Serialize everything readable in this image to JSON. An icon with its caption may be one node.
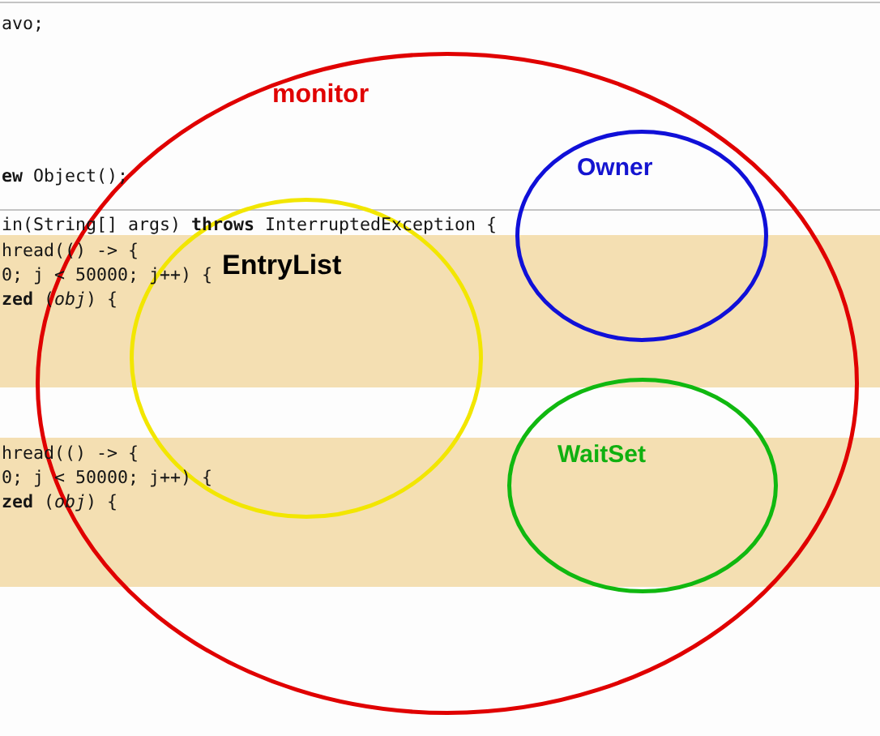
{
  "diagram": {
    "nodes": [
      {
        "text": [
          "monitor"
        ]
      },
      {
        "text": [
          "Owner"
        ],
        "in": 0
      },
      {
        "text": [
          "EntryList"
        ],
        "in": 0
      },
      {
        "text": [
          "WaitSet"
        ],
        "in": 0
      }
    ],
    "labels": [
      "avo;",
      "**ew** Object();",
      "in(String[] args) **throws** InterruptedException {",
      "hread(() -> {",
      "0; j < 50000; j++) {",
      "**zed** (*obj*) {",
      "hread(() -> {",
      "0; j < 50000; j++) {",
      "**zed** (*obj*) {"
    ]
  }
}
